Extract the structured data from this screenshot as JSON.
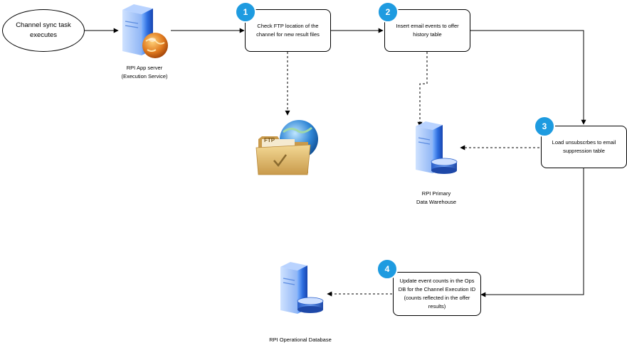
{
  "start": {
    "label": "Channel sync task executes"
  },
  "app_server": {
    "caption_line1": "RPI App server",
    "caption_line2": "(Execution Service)"
  },
  "steps": [
    {
      "number": "1",
      "text": "Check FTP location of the channel for new result files"
    },
    {
      "number": "2",
      "text": "Insert email events to offer history table"
    },
    {
      "number": "3",
      "text": "Load unsubscrbes to email suppression table"
    },
    {
      "number": "4",
      "text": "Update event counts in the Ops DB for the Channel Execution ID (counts reflected in the offer results)"
    }
  ],
  "ftp": {
    "label": "FTP"
  },
  "warehouse": {
    "caption_line1": "RPI Primary",
    "caption_line2": "Data Warehouse"
  },
  "ops_db": {
    "caption": "RPI Operational Database"
  },
  "colors": {
    "badge": "#1e9be0",
    "server_blue": "#1f5ed6",
    "globe_orange": "#e07a1f",
    "folder_tan": "#d8b368"
  }
}
